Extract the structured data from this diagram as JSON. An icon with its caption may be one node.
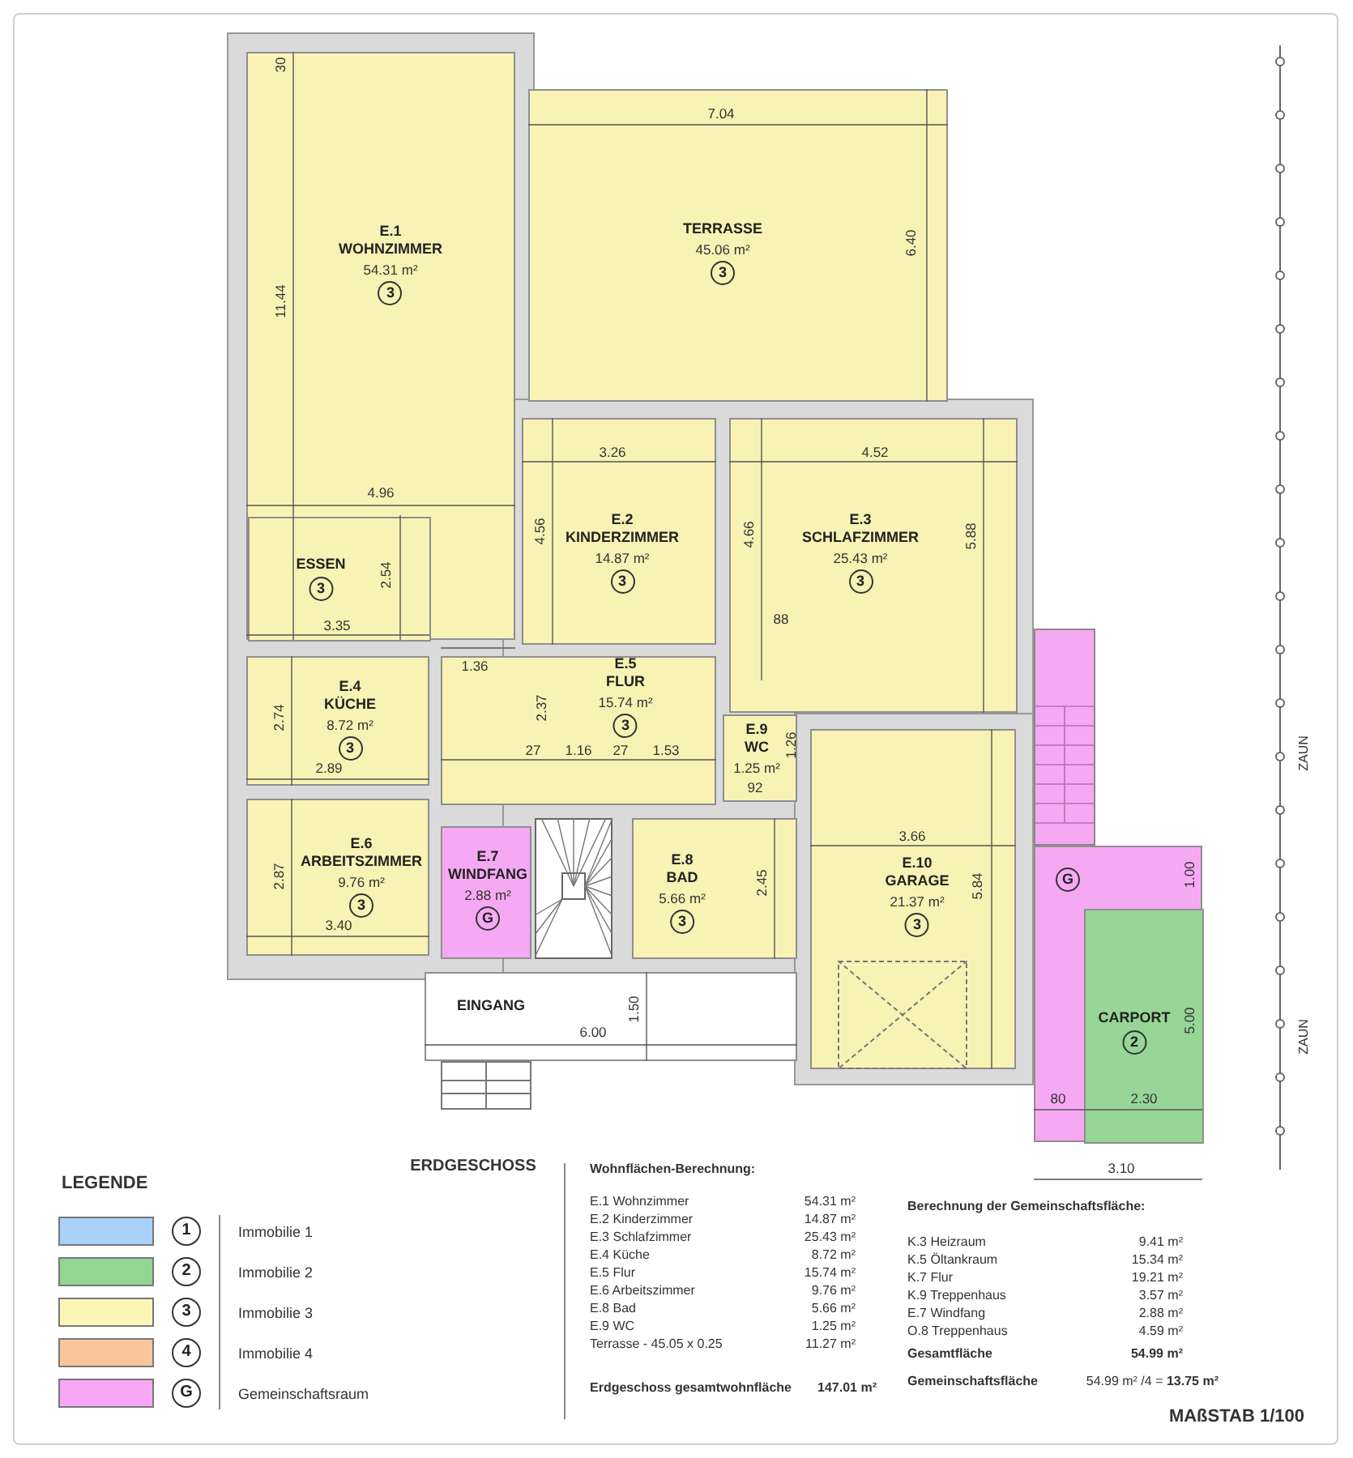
{
  "diagram": {
    "title": "ERDGESCHOSS",
    "nodes": [
      {
        "text": [
          "E.1 WOHNZIMMER",
          "54.31 m²",
          "3"
        ]
      },
      {
        "text": [
          "TERRASSE",
          "45.06 m²",
          "3"
        ]
      },
      {
        "text": [
          "ESSEN",
          "3"
        ],
        "in": 0
      },
      {
        "text": [
          "E.2 KINDERZIMMER",
          "14.87 m²",
          "3"
        ]
      },
      {
        "text": [
          "E.3 SCHLAFZIMMER",
          "25.43 m²",
          "3"
        ]
      },
      {
        "text": [
          "E.4 KÜCHE",
          "8.72 m²",
          "3"
        ]
      },
      {
        "text": [
          "E.5 FLUR",
          "15.74 m²",
          "3"
        ]
      },
      {
        "text": [
          "E.9 WC",
          "1.25 m²"
        ]
      },
      {
        "text": [
          "E.10 GARAGE",
          "21.37 m²",
          "3"
        ]
      },
      {
        "text": [
          "G"
        ]
      },
      {
        "text": [
          "E.6 ARBEITSZIMMER",
          "9.76 m²",
          "3"
        ]
      },
      {
        "text": [
          "E.7 WINDFANG",
          "2.88 m²",
          "G"
        ]
      },
      {
        "text": [
          "E.8 BAD",
          "5.66 m²",
          "3"
        ]
      },
      {
        "text": [
          "CARPORT",
          "2"
        ],
        "in": 9
      },
      {
        "text": [
          "EINGANG"
        ]
      }
    ],
    "labels": [
      "30",
      "7.04",
      "11.44",
      "6.40",
      "3.26",
      "4.52",
      "4.96",
      "4.56",
      "4.66",
      "5.88",
      "2.54",
      "3.35",
      "88",
      "1.36",
      "2.74",
      "2.37",
      "27",
      "1.16",
      "27",
      "1.53",
      "1.26",
      "2.89",
      "92",
      "3.66",
      "2.87",
      "2.45",
      "5.84",
      "1.00",
      "3.40",
      "1.50",
      "6.00",
      "5.00",
      "ZAUN",
      "ZAUN",
      "80",
      "2.30",
      "3.10",
      "LEGENDE",
      "1",
      "2",
      "3",
      "4",
      "G",
      "Wohnflächen-Berechnung:",
      "E.1 Wohnzimmer",
      "54.31 m²",
      "E.2 Kinderzimmer",
      "14.87 m²",
      "E.3 Schlafzimmer",
      "25.43 m²",
      "E.4 Küche",
      "8.72 m²",
      "E.5 Flur",
      "15.74 m²",
      "E.6 Arbeitszimmer",
      "9.76 m²",
      "E.8 Bad",
      "5.66 m²",
      "E.9 WC",
      "1.25 m²",
      "Terrasse - 45.05 x 0.25",
      "11.27 m²",
      "Erdgeschoss gesamtwohnfläche",
      "147.01 m²",
      "Berechnung der Gemeinschaftsfläche:",
      "K.3 Heizraum",
      "9.41 m²",
      "K.5 Öltankraum",
      "15.34 m²",
      "K.7 Flur",
      "19.21 m²",
      "K.9 Treppenhaus",
      "3.57 m²",
      "E.7 Windfang",
      "2.88 m²",
      "O.8 Treppenhaus",
      "4.59 m²",
      "Gesamtfläche",
      "54.99 m²",
      "Gemeinschaftsfläche",
      "54.99 m² /4 = **13.75 m²**",
      "MAßSTAB 1/100"
    ],
    "legend": [
      {
        "text": "Immobilie 1",
        "color": "#a9d1f7"
      },
      {
        "text": "Immobilie 2",
        "color": "#93d693"
      },
      {
        "text": "Immobilie 3",
        "color": "#fbf6b8"
      },
      {
        "text": "Immobilie 4",
        "color": "#f9c59b"
      },
      {
        "text": "Gemeinschaftsraum",
        "color": "#f7a8f4"
      }
    ]
  }
}
